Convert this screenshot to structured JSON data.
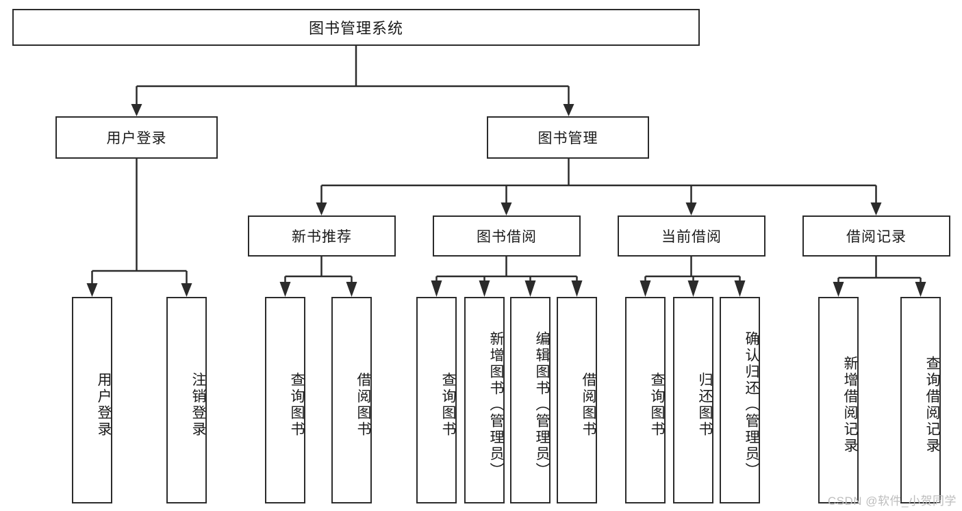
{
  "diagram": {
    "title": "图书管理系统",
    "type": "hierarchy-tree",
    "watermark": "CSDN @软件_小贺同学",
    "colors": {
      "background": "#ffffff",
      "box_border": "#2b2b2b",
      "box_fill": "#ffffff",
      "text": "#1a1a1a",
      "connector": "#2b2b2b",
      "watermark": "#bdbdbd"
    },
    "levels": {
      "root": {
        "label": "图书管理系统"
      },
      "level2": [
        {
          "label": "用户登录"
        },
        {
          "label": "图书管理"
        }
      ],
      "level3": [
        {
          "label": "新书推荐"
        },
        {
          "label": "图书借阅"
        },
        {
          "label": "当前借阅"
        },
        {
          "label": "借阅记录"
        }
      ],
      "leaves_user_login": [
        {
          "label": "用户登录"
        },
        {
          "label": "注销登录"
        }
      ],
      "leaves_new_book": [
        {
          "label": "查询图书"
        },
        {
          "label": "借阅图书"
        }
      ],
      "leaves_borrow": [
        {
          "label": "查询图书"
        },
        {
          "label": "新增图书（管理员）"
        },
        {
          "label": "编辑图书（管理员）"
        },
        {
          "label": "借阅图书"
        }
      ],
      "leaves_current": [
        {
          "label": "查询图书"
        },
        {
          "label": "归还图书"
        },
        {
          "label": "确认归还（管理员）"
        }
      ],
      "leaves_records": [
        {
          "label": "新增借阅记录"
        },
        {
          "label": "查询借阅记录"
        }
      ]
    }
  }
}
